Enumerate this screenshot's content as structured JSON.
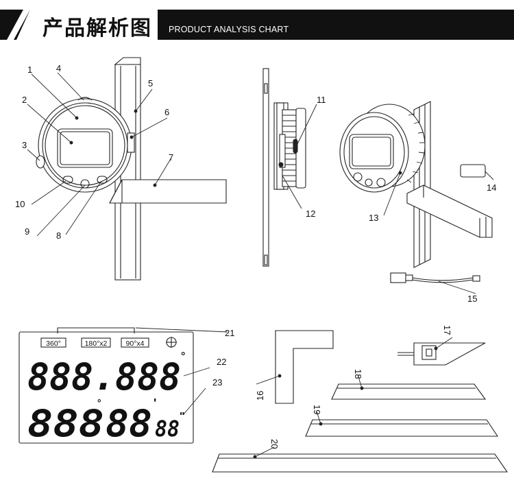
{
  "header": {
    "title_cn": "产品解析图",
    "title_en": "PRODUCT ANALYSIS CHART"
  },
  "callouts": [
    "1",
    "2",
    "3",
    "4",
    "5",
    "6",
    "7",
    "8",
    "9",
    "10",
    "11",
    "12",
    "13",
    "14",
    "15",
    "16",
    "17",
    "18",
    "19",
    "20",
    "21",
    "22",
    "23"
  ],
  "lcd": {
    "mode_360": "360°",
    "mode_180": "180°x2",
    "mode_90": "90°x4",
    "top_digits": "888.888",
    "top_unit": "°",
    "bottom_deg": "888",
    "deg_mark": "°",
    "bottom_min": "88",
    "min_mark": "'",
    "bottom_sec": "88",
    "sec_mark": "\""
  }
}
